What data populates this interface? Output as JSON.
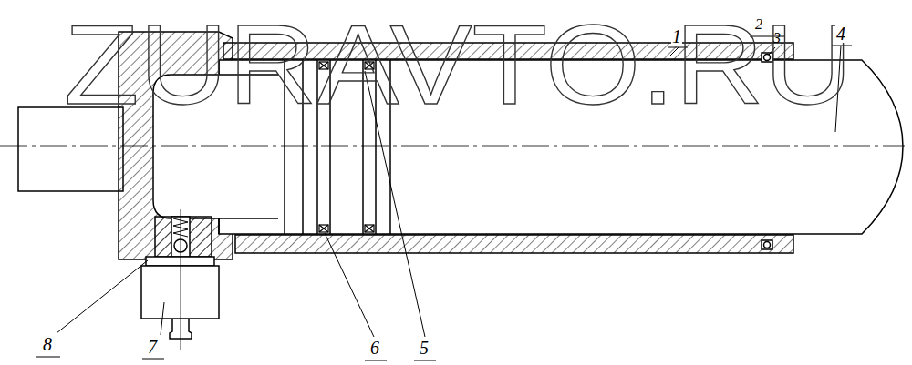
{
  "diagram": {
    "labels": [
      "ZURAVTO.RU",
      "1",
      "2",
      "3",
      "4",
      "8",
      "7",
      "6",
      "5"
    ]
  }
}
